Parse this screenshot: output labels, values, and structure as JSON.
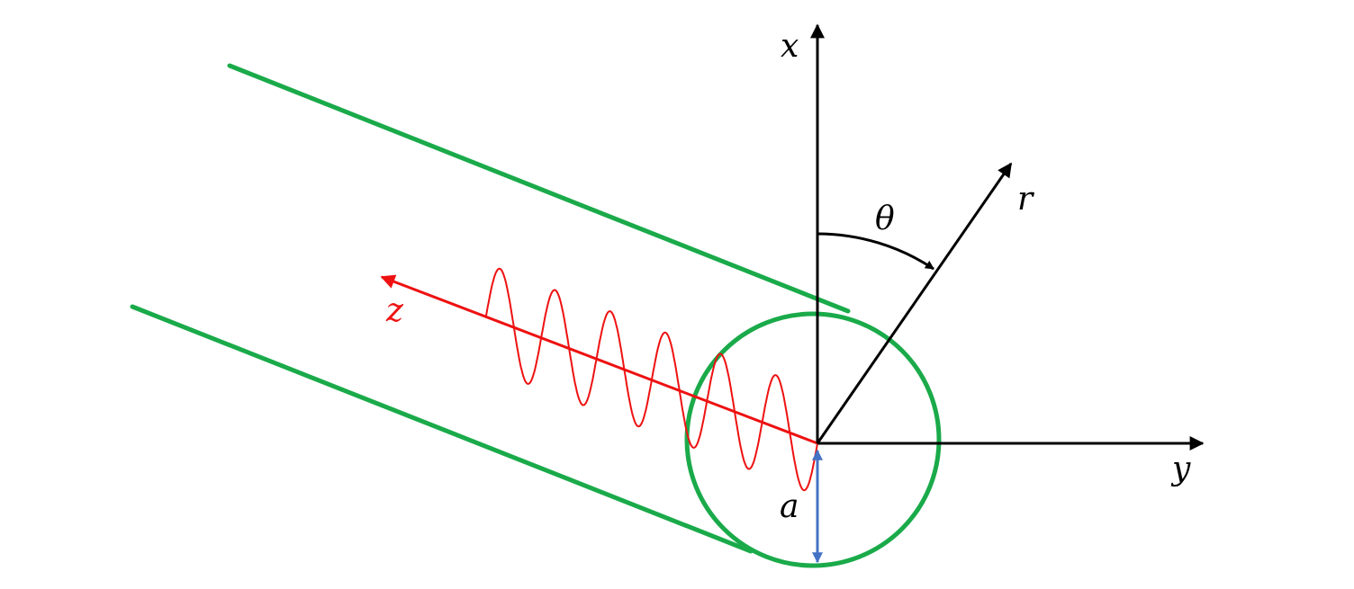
{
  "labels": {
    "x_axis": "x",
    "y_axis": "y",
    "z_axis": "z",
    "radial": "r",
    "angle": "θ",
    "radius": "a"
  },
  "colors": {
    "waveguide": "#1aaa4a",
    "wave": "#ee1111",
    "axes": "#000000",
    "radius_arrow": "#4472c4"
  }
}
